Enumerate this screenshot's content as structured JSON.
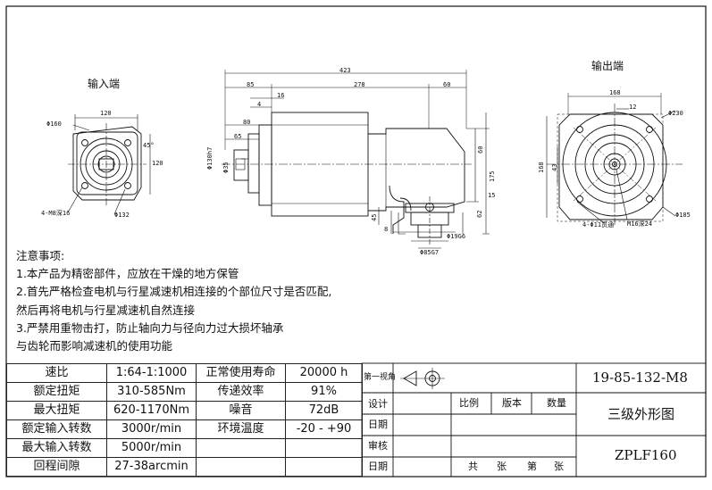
{
  "views": {
    "input_end_label": "输入端",
    "output_end_label": "输出端",
    "input_dims": [
      "120",
      "Φ160",
      "120",
      "45°",
      "4-M8深16",
      "Φ132"
    ],
    "side_dims": [
      "423",
      "85",
      "278",
      "60",
      "16",
      "4",
      "80",
      "65",
      "Φ130h7",
      "Φ35",
      "60",
      "175",
      "15",
      "45",
      "62",
      "Φ19G6",
      "Φ85G7",
      "8"
    ],
    "output_dims": [
      "168",
      "12",
      "Φ230",
      "168",
      "43",
      "Φ185",
      "4-Φ11贯通",
      "M16深24"
    ]
  },
  "notes": {
    "title": "注意事项:",
    "lines": [
      "1.本产品为精密部件，应放在干燥的地方保管",
      "2.首先严格检查电机与行星减速机相连接的个部位尺寸是否匹配,",
      "然后再将电机与行星减速机自然连接",
      "3.严禁用重物击打，防止轴向力与径向力过大损坏轴承",
      "与齿轮而影响减速机的使用功能"
    ]
  },
  "specs": [
    [
      "速比",
      "1:64-1:1000",
      "正常使用寿命",
      "20000 h"
    ],
    [
      "额定扭矩",
      "310-585Nm",
      "传递效率",
      "91%"
    ],
    [
      "最大扭矩",
      "620-1170Nm",
      "噪音",
      "72dB"
    ],
    [
      "额定输入转数",
      "3000r/min",
      "环境温度",
      "-20   - +90"
    ],
    [
      "最大输入转数",
      "5000r/min",
      "",
      ""
    ],
    [
      "回程间隙",
      "27-38arcmin",
      "",
      ""
    ]
  ],
  "title_block": {
    "projection_label": "第一视角",
    "drawing_number": "19-85-132-M8",
    "design_label": "设计",
    "scale_label": "比例",
    "version_label": "版本",
    "quantity_label": "数量",
    "date_label_1": "日期",
    "review_label": "审核",
    "date_label_2": "日期",
    "drawing_title": "三级外形图",
    "sheets_total": "共",
    "sheets_word": "张",
    "sheet_no": "第",
    "sheet_word": "张",
    "model": "ZPLF160"
  }
}
